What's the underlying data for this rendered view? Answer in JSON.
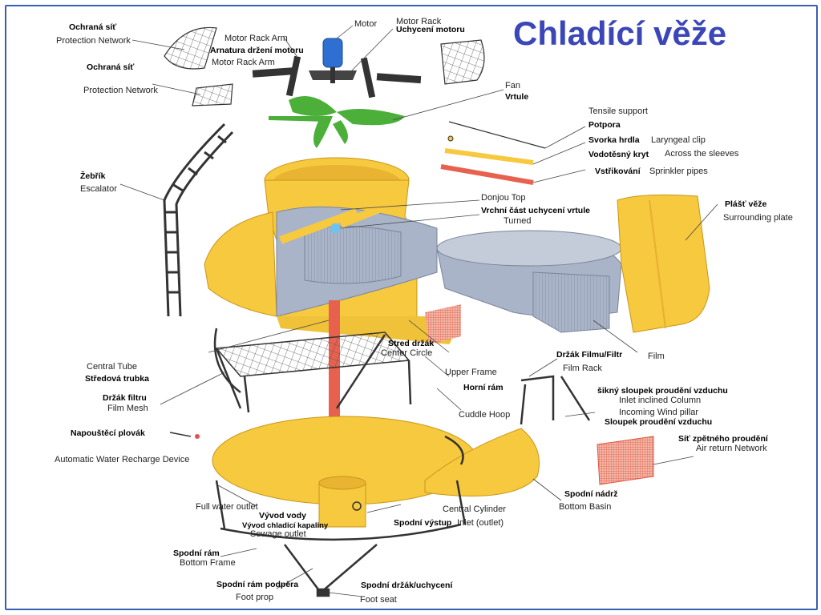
{
  "title": "Chladící věže",
  "labels": {
    "ochrana_sit_1": "Ochraná síť",
    "protection_network_1": "Protection Network",
    "ochrana_sit_2": "Ochraná síť",
    "protection_network_2": "Protection Network",
    "motor_rack_arm_1": "Motor Rack Arm",
    "arnatura": "Arnatura držení motoru",
    "motor_rack_arm_2": "Motor Rack Arm",
    "motor": "Motor",
    "motor_rack": "Motor Rack",
    "uchyceni_motoru": "Uchycení motoru",
    "fan": "Fan",
    "vrtule": "Vrtule",
    "tensile_support": "Tensile support",
    "potpora": "Potpora",
    "svorka_hrdla": "Svorka hrdla",
    "laryngeal_clip": "Laryngeal clip",
    "vodotesny_kryt": "Vodotěsný kryt",
    "across_sleeves": "Across the sleeves",
    "vstrikovani": "Vstřikování",
    "sprinkler_pipes": "Sprinkler pipes",
    "zebrik": "Žebřík",
    "escalator": "Escalator",
    "donjou_top": "Donjou Top",
    "vrchni_cast": "Vrchní část uchycení vrtule",
    "turned": "Turned",
    "plast_veze": "Plášť věže",
    "surrounding_plate": "Surrounding plate",
    "stred_drzak": "Stred držák",
    "center_circle": "Center Circle",
    "central_tube": "Central Tube",
    "stredova_trubka": "Středová trubka",
    "drzak_filmu": "Držák Filmu/Filtr",
    "film_rack": "Film Rack",
    "film": "Film",
    "upper_frame": "Upper Frame",
    "horni_ram": "Horní rám",
    "cuddle_hoop": "Cuddle Hoop",
    "drzak_filtru": "Držák filtru",
    "film_mesh": "Film Mesh",
    "sikmy_sloupek": "šikný sloupek proudění vzduchu",
    "inlet_inclined": "Inlet inclined Column",
    "incoming_wind": "Incoming Wind pillar",
    "sloupek_proudeni": "Sloupek proudění vzduchu",
    "napousteci": "Napouštěcí plovák",
    "auto_water": "Automatic Water Recharge Device",
    "sit_zpetneho": "Síť zpětného proudění",
    "air_return": "Air return Network",
    "full_water_outlet": "Full water outlet",
    "vyvod_vody": "Vývod vody",
    "vyvod_chladici": "Vývod chladicí kapaliny",
    "sewage_outlet": "Sewage outlet",
    "central_cylinder": "Central Cylinder",
    "spodni_vystup": "Spodní výstup",
    "inlet_outlet": "Inlet (outlet)",
    "spodni_nadrz": "Spodní nádrž",
    "bottom_basin": "Bottom Basin",
    "spodni_ram": "Spodní rám",
    "bottom_frame": "Bottom Frame",
    "spodni_ram_podpera": "Spodní rám podpěra",
    "foot_prop": "Foot prop",
    "spodni_drzak": "Spodní držák/uchycení",
    "foot_seat": "Foot seat"
  },
  "colors": {
    "title": "#3b46b8",
    "yellow_body": "#f7c93e",
    "blue_motor": "#2f6fd1",
    "green_fan": "#4caf3a",
    "film_grey": "#aab4c8",
    "red_pipe": "#e8604e",
    "frame": "#3a5fb0"
  }
}
